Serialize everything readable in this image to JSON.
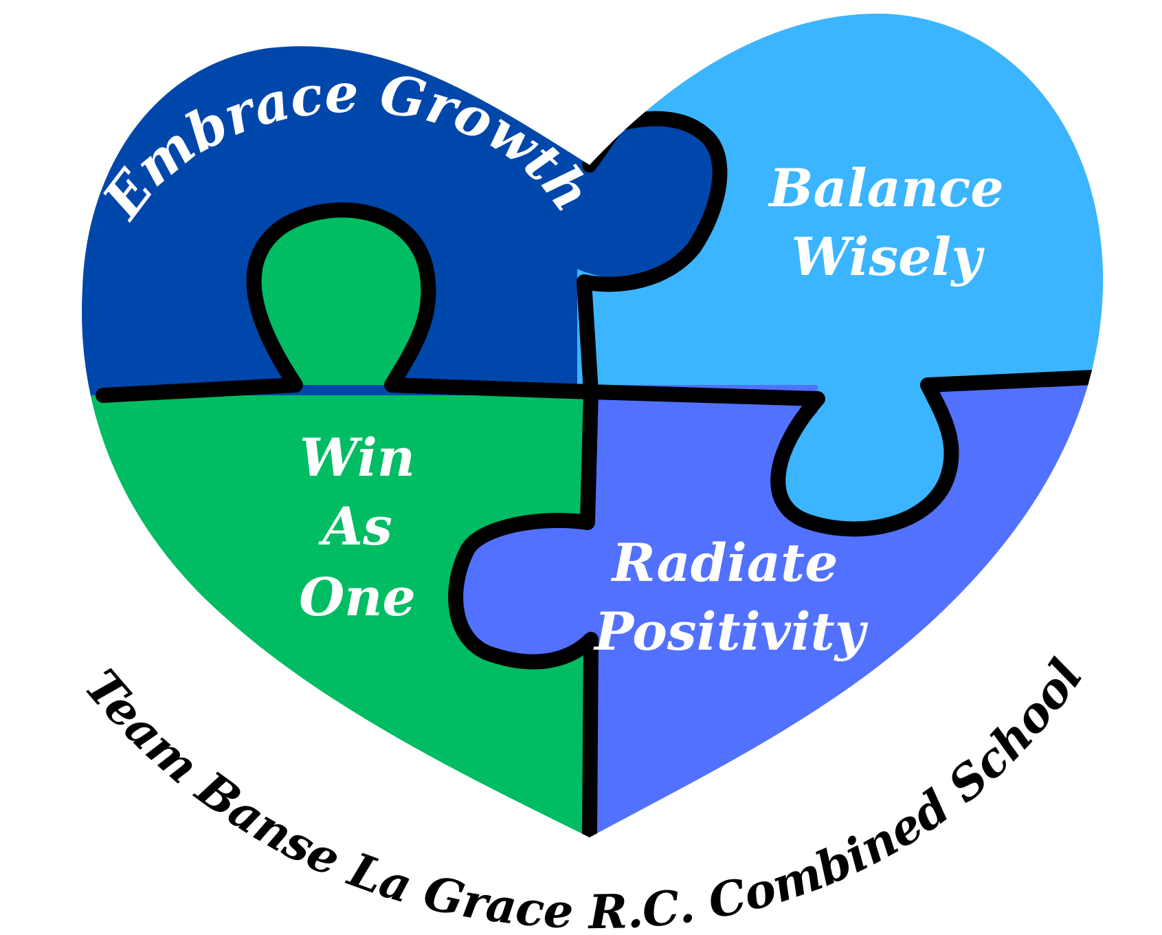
{
  "logo": {
    "pieces": {
      "top_left": {
        "text": "Embrace Growth",
        "color": "#0047AB"
      },
      "top_right": {
        "lines": [
          "Balance",
          "Wisely"
        ],
        "color": "#3BB5FF"
      },
      "bottom_left": {
        "lines": [
          "Win",
          "As",
          "One"
        ],
        "color": "#00BC62"
      },
      "bottom_right": {
        "lines": [
          "Radiate",
          "Positivity"
        ],
        "color": "#5271FF"
      }
    },
    "outline_color": "#000000",
    "text_color": "#FFFFFF",
    "motto": "Team Banse La Grace R.C. Combined School"
  }
}
